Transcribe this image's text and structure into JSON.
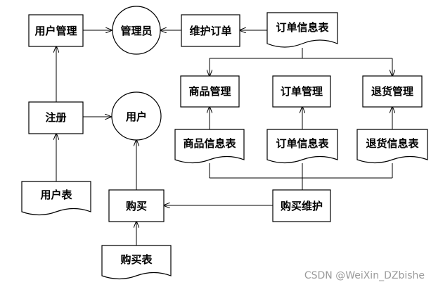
{
  "nodes": {
    "user_mgmt": "用户管理",
    "admin": "管理员",
    "maintain_order": "维护订单",
    "order_table_top": "订单信息表",
    "product_mgmt": "商品管理",
    "order_mgmt": "订单管理",
    "return_mgmt": "退货管理",
    "register": "注册",
    "user": "用户",
    "product_table": "商品信息表",
    "order_table": "订单信息表",
    "return_table": "退货信息表",
    "user_table": "用户表",
    "purchase": "购买",
    "purchase_maintain": "购买维护",
    "purchase_table": "购买表"
  },
  "watermark": "CSDN @WeiXin_DZbishe"
}
